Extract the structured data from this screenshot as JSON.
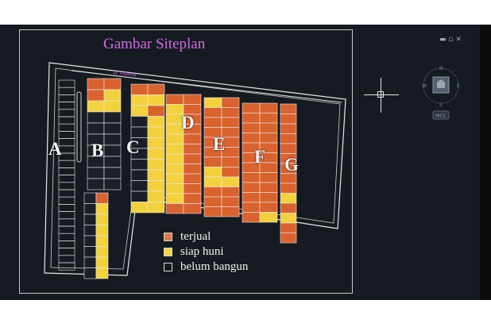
{
  "title": "Gambar Siteplan",
  "road_label": "Jl. Utama",
  "blocks": {
    "A": "A",
    "B": "B",
    "C": "C",
    "D": "D",
    "E": "E",
    "F": "F",
    "G": "G"
  },
  "legend": [
    {
      "label": "terjual",
      "color": "#e07846"
    },
    {
      "label": "siap huni",
      "color": "#f4d442"
    },
    {
      "label": "belum bangun",
      "color": "transparent"
    }
  ],
  "viewcube": {
    "n": "N",
    "w": "W",
    "e": "E",
    "s": "S",
    "wcs": "WCS"
  },
  "colors": {
    "terjual": "#d9622e",
    "siap_huni": "#f2d23c",
    "belum_bangun": "#1b2028",
    "line": "#e8e8e8"
  }
}
